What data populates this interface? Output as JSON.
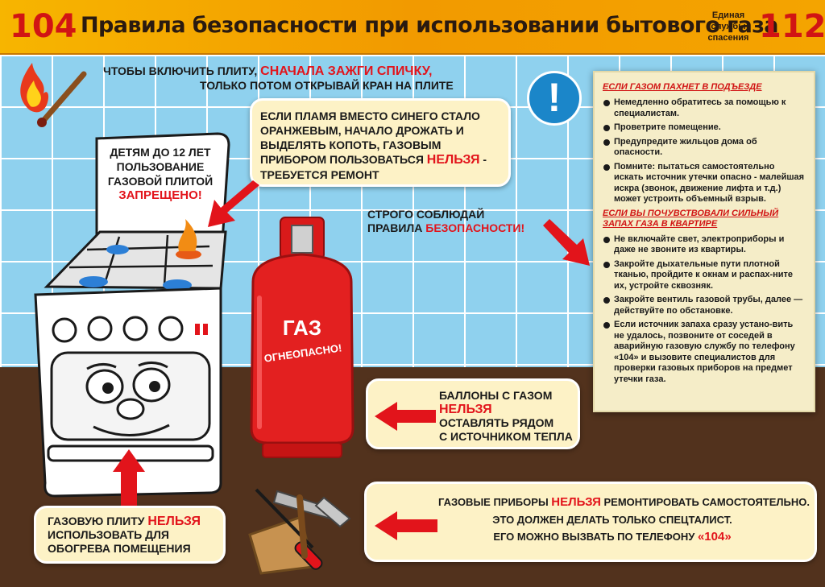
{
  "header": {
    "num_left": "104",
    "title": "Правила безопасности при использовании бытового газа",
    "rescue_lines": [
      "Единая",
      "службы",
      "спасения"
    ],
    "num_right": "112"
  },
  "match_tip": {
    "line1_a": "ЧТОБЫ ВКЛЮЧИТЬ ПЛИТУ,",
    "line1_b": "СНАЧАЛА ЗАЖГИ СПИЧКУ,",
    "line2": "ТОЛЬКО ПОТОМ ОТКРЫВАЙ КРАН НА ПЛИТЕ"
  },
  "children_sign": {
    "l1": "ДЕТЯМ ДО 12 ЛЕТ",
    "l2": "ПОЛЬЗОВАНИЕ",
    "l3": "ГАЗОВОЙ ПЛИТОЙ",
    "l4": "ЗАПРЕЩЕНО!"
  },
  "flame_tip": {
    "l1": "ЕСЛИ ПЛАМЯ ВМЕСТО СИНЕГО СТАЛО",
    "l2": "ОРАНЖЕВЫМ, НАЧАЛО ДРОЖАТЬ И",
    "l3": "ВЫДЕЛЯТЬ КОПОТЬ, ГАЗОВЫМ",
    "l4a": "ПРИБОРОМ ПОЛЬЗОВАТЬСЯ",
    "l4b": "НЕЛЬЗЯ",
    "l4c": "-",
    "l5": "ТРЕБУЕТСЯ РЕМОНТ"
  },
  "rules_tip": {
    "l1": "СТРОГО СОБЛЮДАЙ",
    "l2a": "ПРАВИЛА",
    "l2b": "БЕЗОПАСНОСТИ!"
  },
  "cylinder": {
    "label": "ГАЗ",
    "sub": "ОГНЕОПАСНО!"
  },
  "cyl_tip": {
    "l1": "БАЛЛОНЫ С ГАЗОМ",
    "l2": "НЕЛЬЗЯ",
    "l3": "ОСТАВЛЯТЬ РЯДОМ",
    "l4": "С ИСТОЧНИКОМ ТЕПЛА"
  },
  "heat_tip": {
    "l1a": "ГАЗОВУЮ ПЛИТУ",
    "l1b": "НЕЛЬЗЯ",
    "l2": "ИСПОЛЬЗОВАТЬ ДЛЯ",
    "l3": "ОБОГРЕВА ПОМЕЩЕНИЯ"
  },
  "repair_tip": {
    "l1a": "ГАЗОВЫЕ ПРИБОРЫ",
    "l1b": "НЕЛЬЗЯ",
    "l1c": "РЕМОНТИРОВАТЬ САМОСТОЯТЕЛЬНО.",
    "l2": "ЭТО ДОЛЖЕН ДЕЛАТЬ ТОЛЬКО СПЕЦТАЛИСТ.",
    "l3a": "ЕГО МОЖНО ВЫЗВАТЬ ПО ТЕЛЕФОНУ",
    "l3b": "«104»"
  },
  "panel": {
    "h1": "ЕСЛИ ГАЗОМ ПАХНЕТ В ПОДЪЕЗДЕ",
    "list1": [
      "Немедленно обратитесь за помощью к специалистам.",
      "Проветрите помещение.",
      "Предупредите жильцов дома об опасности.",
      "Помните: пытаться самостоятельно искать источник утечки опасно - малейшая искра (звонок, движение лифта и т.д.) может устроить объемный взрыв."
    ],
    "h2": "ЕСЛИ ВЫ ПОЧУВСТВОВАЛИ СИЛЬНЫЙ ЗАПАХ ГАЗА В КВАРТИРЕ",
    "list2": [
      "Не включайте свет, электроприборы и даже не звоните из квартиры.",
      "Закройте дыхательные пути плотной тканью, пройдите к окнам и распах-ните их, устройте сквозняк.",
      "Закройте вентиль газовой трубы, далее — действуйте по обстановке.",
      "Если источник запаха сразу устано-вить не удалось, позвоните от соседей в аварийную газовую службу по телефону «104» и вызовите специалистов для проверки газовых приборов на предмет утечки газа."
    ]
  },
  "colors": {
    "accent_red": "#e2141b",
    "header_orange": "#f4a400",
    "wall_blue": "#8fd1ee",
    "floor_brown": "#52321d"
  }
}
